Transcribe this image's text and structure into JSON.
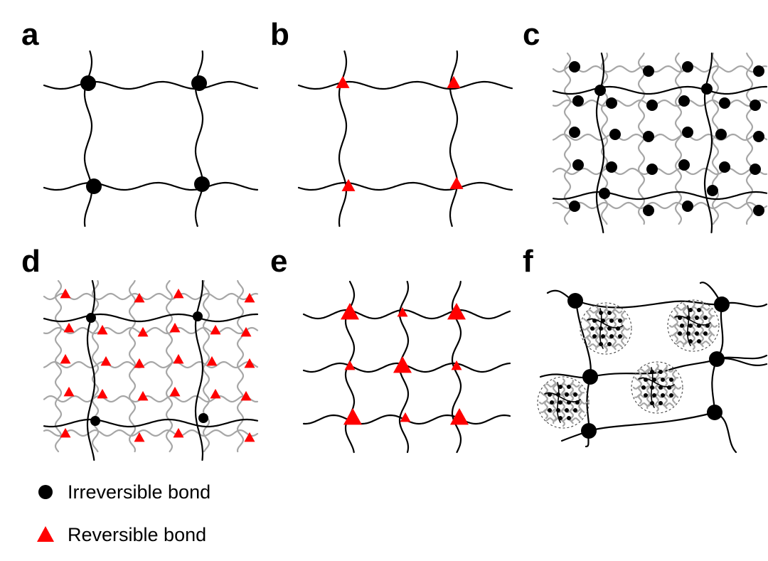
{
  "panels": [
    {
      "id": "a",
      "label": "a"
    },
    {
      "id": "b",
      "label": "b"
    },
    {
      "id": "c",
      "label": "c"
    },
    {
      "id": "d",
      "label": "d"
    },
    {
      "id": "e",
      "label": "e"
    },
    {
      "id": "f",
      "label": "f"
    }
  ],
  "legend": {
    "irreversible": {
      "label": "Irreversible bond",
      "icon": "black-circle-icon",
      "color": "#000000"
    },
    "reversible": {
      "label": "Reversible bond",
      "icon": "red-triangle-icon",
      "color": "#ff0000"
    }
  },
  "colors": {
    "primary_chain": "#000000",
    "secondary_chain": "#a6a6a6",
    "reversible": "#ff0000",
    "irreversible": "#000000"
  }
}
